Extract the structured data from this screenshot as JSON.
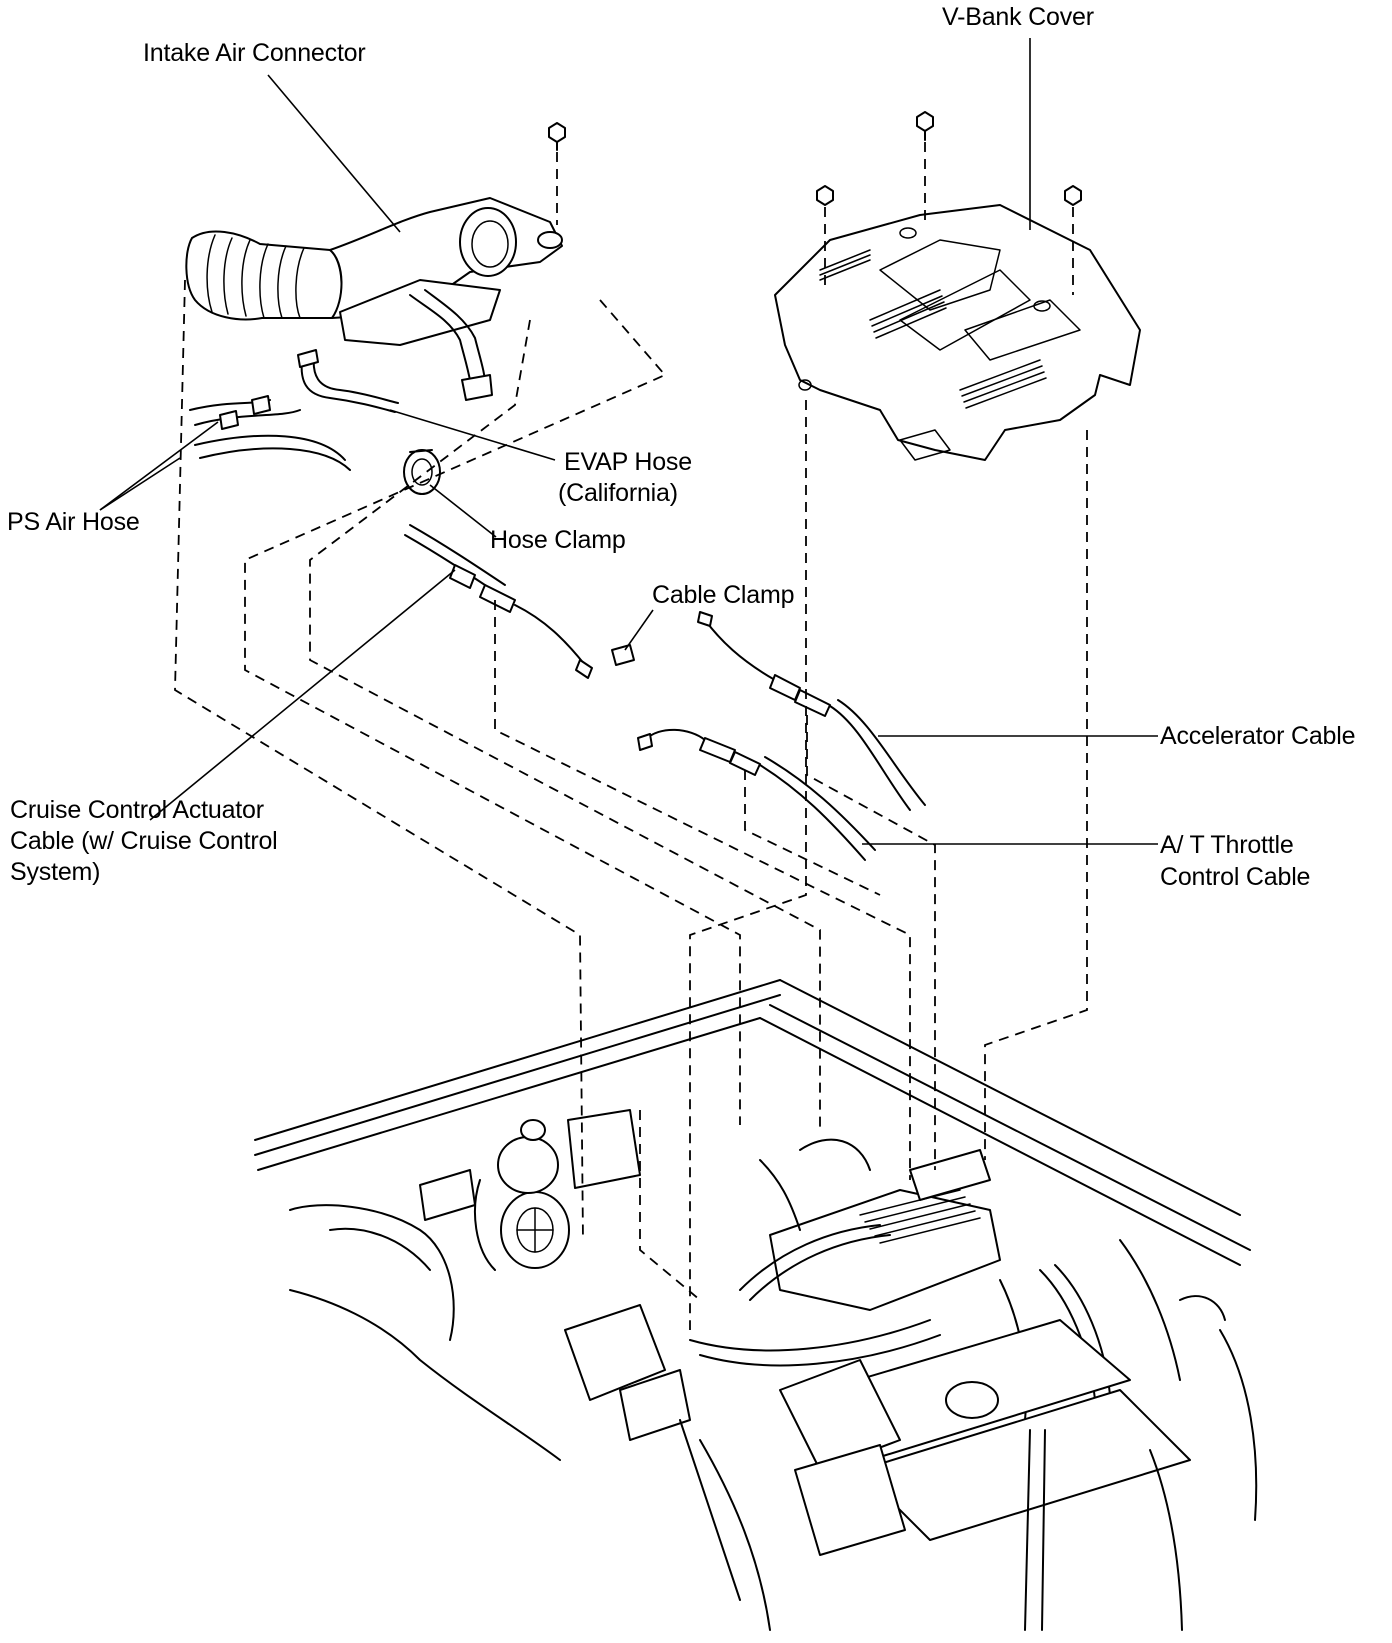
{
  "labels": {
    "v_bank_cover": "V-Bank Cover",
    "intake_air_connector": "Intake Air Connector",
    "evap_hose_line1": "EVAP Hose",
    "evap_hose_line2": "(California)",
    "ps_air_hose": "PS Air Hose",
    "hose_clamp": "Hose Clamp",
    "cable_clamp": "Cable Clamp",
    "accelerator_cable": "Accelerator Cable",
    "cruise_line1": "Cruise Control Actuator",
    "cruise_line2": "Cable (w/  Cruise Control",
    "cruise_line3": "System)",
    "at_throttle_line1": "A/ T Throttle",
    "at_throttle_line2": "Control Cable"
  }
}
